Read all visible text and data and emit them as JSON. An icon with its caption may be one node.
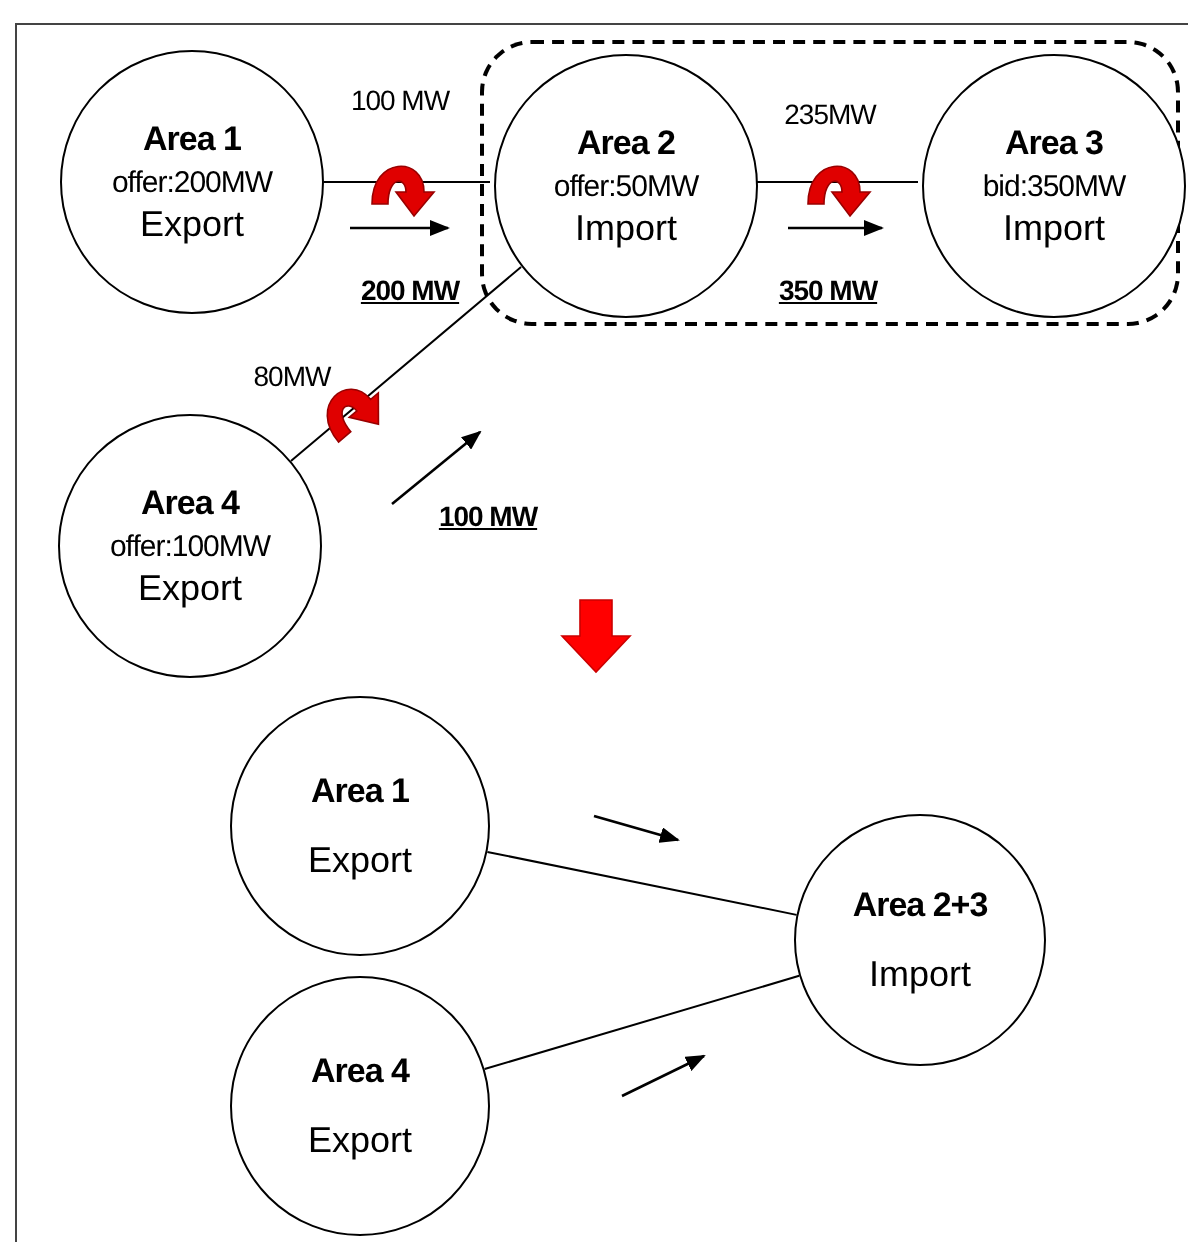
{
  "diagram": {
    "nodes": [
      {
        "text": [
          "Area 1",
          "offer:200MW",
          "Export"
        ]
      },
      {
        "text": [],
        "shape": "box"
      },
      {
        "text": [
          "Area 2",
          "offer:50MW",
          "Import"
        ],
        "in": 1
      },
      {
        "text": [
          "Area 3",
          "bid:350MW",
          "Import"
        ],
        "in": 1
      },
      {
        "text": [
          "Area 4",
          "offer:100MW",
          "Export"
        ]
      },
      {
        "text": [
          "Area 1",
          "Export"
        ]
      },
      {
        "text": [
          "Area 4",
          "Export"
        ]
      },
      {
        "text": [
          "Area 2+3",
          "Import"
        ]
      }
    ],
    "edges": [
      {
        "from": 0,
        "to": 2,
        "arrow": "none"
      },
      {
        "from": 2,
        "to": 3,
        "arrow": "none"
      },
      {
        "from": 4,
        "to": 2,
        "arrow": "none"
      },
      {
        "from": 5,
        "to": 7,
        "arrow": "none"
      },
      {
        "from": 6,
        "to": 7,
        "arrow": "none"
      }
    ],
    "labels": [
      "100 MW",
      "235MW",
      "200 MW",
      "350 MW",
      "80MW",
      "100 MW"
    ]
  }
}
